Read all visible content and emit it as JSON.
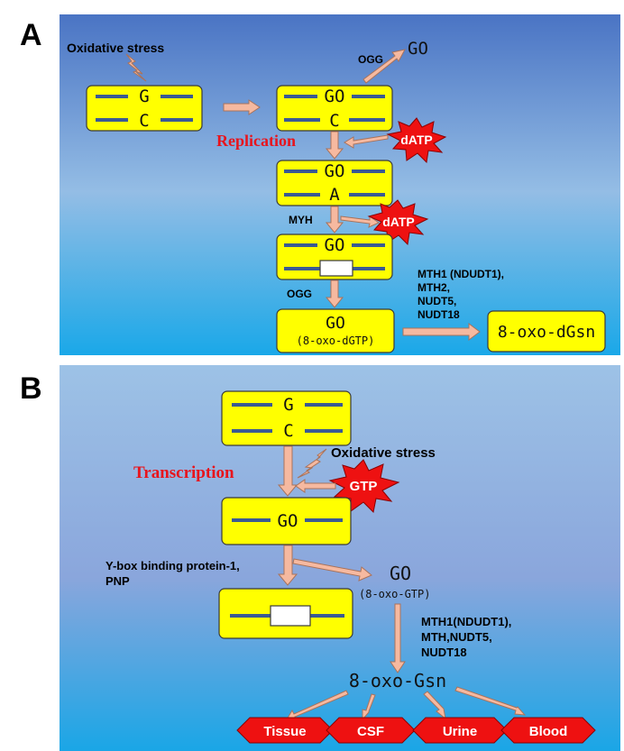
{
  "panel_a": {
    "letter": "A",
    "oxidative_stress": "Oxidative stress",
    "ogg_top": "OGG",
    "go_top": "GO",
    "box1": {
      "top": "G",
      "bottom": "C"
    },
    "box2": {
      "top": "GO",
      "bottom": "C"
    },
    "replication": "Replication",
    "datp_1": "dATP",
    "box3": {
      "top": "GO",
      "bottom": "A"
    },
    "myh": "MYH",
    "datp_2": "dATP",
    "box4": {
      "top": "GO"
    },
    "ogg_bottom": "OGG",
    "box5": {
      "top": "GO",
      "bottom": "(8-oxo-dGTP)"
    },
    "enzymes": [
      "MTH1 (NDUDT1),",
      "MTH2,",
      "NUDT5,",
      "NUDT18"
    ],
    "product": "8-oxo-dGsn"
  },
  "panel_b": {
    "letter": "B",
    "box1": {
      "top": "G",
      "bottom": "C"
    },
    "transcription": "Transcription",
    "oxidative_stress": "Oxidative stress",
    "gtp": "GTP",
    "box2": {
      "top": "GO"
    },
    "ybox": [
      "Y-box binding protein-1,",
      "PNP"
    ],
    "go_free": "GO",
    "go_free_sub": "(8-oxo-GTP)",
    "enzymes": [
      "MTH1(NDUDT1),",
      "MTH,NUDT5,",
      "NUDT18"
    ],
    "product": "8-oxo-Gsn",
    "outputs": [
      "Tissue",
      "CSF",
      "Urine",
      "Blood"
    ]
  }
}
